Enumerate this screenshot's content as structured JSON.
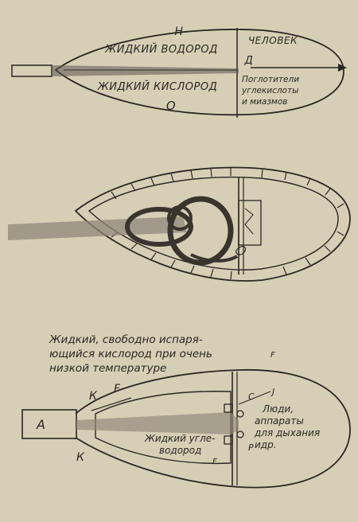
{
  "colors": {
    "paper": "#d6cfb6",
    "ink": "#2a2622",
    "tube": "#8f8779"
  },
  "diagram1": {
    "tank_h_letter": "H",
    "tank_h_label": "ЖИДКИЙ ВОДОРОД",
    "tank_o_label": "ЖИДКИЙ КИСЛОРОД",
    "tank_o_letter": "О",
    "cabin_title": "ЧЕЛОВЕК",
    "cabin_letter": "Д",
    "absorber_line1": "Поглотители",
    "absorber_line2": "углекислоты",
    "absorber_line3": "и миазмов"
  },
  "diagram3": {
    "caption_line1": "Жидкий, свободно испаря-",
    "caption_line2": "ющийся кислород при очень",
    "caption_line3": "низкой температуре",
    "letter_f_top": "F",
    "letter_k_upper": "К",
    "letter_f_upper": "F",
    "letter_a": "А",
    "letter_k_lower": "К",
    "letter_c": "С",
    "letter_j": "J",
    "letter_p": "Р",
    "letter_f_bottom": "F",
    "hydrogen_line1": "Жидкий угле-",
    "hydrogen_line2": "водород",
    "cabin_line1": "Люди,",
    "cabin_line2": "аппараты",
    "cabin_line3": "для дыхания",
    "cabin_line4": "идр."
  }
}
